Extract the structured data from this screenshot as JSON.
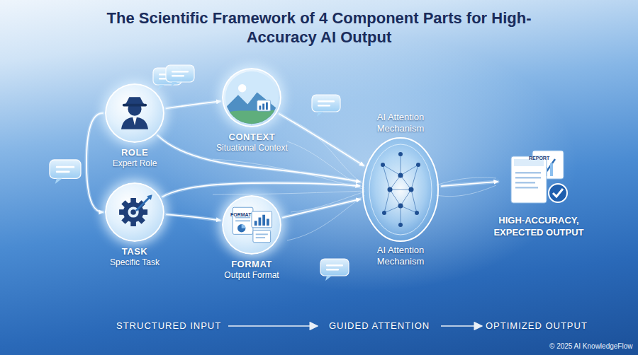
{
  "diagram": {
    "title": "The Scientific Framework of 4 Component Parts for High-Accuracy AI Output",
    "nodes": [
      {
        "text": [
          "ROLE",
          "Expert Role"
        ]
      },
      {
        "text": [
          "CONTEXT",
          "Situational Context"
        ]
      },
      {
        "text": [
          "TASK",
          "Specific Task"
        ]
      },
      {
        "text": [
          "FORMAT",
          "Output Format"
        ]
      },
      {
        "text": [
          "AI Attention Mechanism",
          "AI Attention Mechanism"
        ]
      },
      {
        "text": [
          "HIGH-ACCURACY, EXPECTED OUTPUT"
        ]
      }
    ],
    "edges": [
      {
        "from": 0,
        "to": 1,
        "arrow": "to"
      },
      {
        "from": 0,
        "to": 2,
        "arrow": "to"
      },
      {
        "from": 2,
        "to": 3,
        "arrow": "to"
      },
      {
        "from": 1,
        "to": 4,
        "arrow": "to"
      },
      {
        "from": 3,
        "to": 4,
        "arrow": "to"
      },
      {
        "from": 0,
        "to": 4,
        "arrow": "to"
      },
      {
        "from": 2,
        "to": 4,
        "arrow": "to"
      },
      {
        "from": 4,
        "to": 5,
        "arrow": "to"
      }
    ],
    "labels": [
      "FORMAT",
      "REPORT",
      "STRUCTURED INPUT",
      "GUIDED ATTENTION",
      "OPTIMIZED OUTPUT",
      "© 2025 AI KnowledgeFlow"
    ]
  }
}
